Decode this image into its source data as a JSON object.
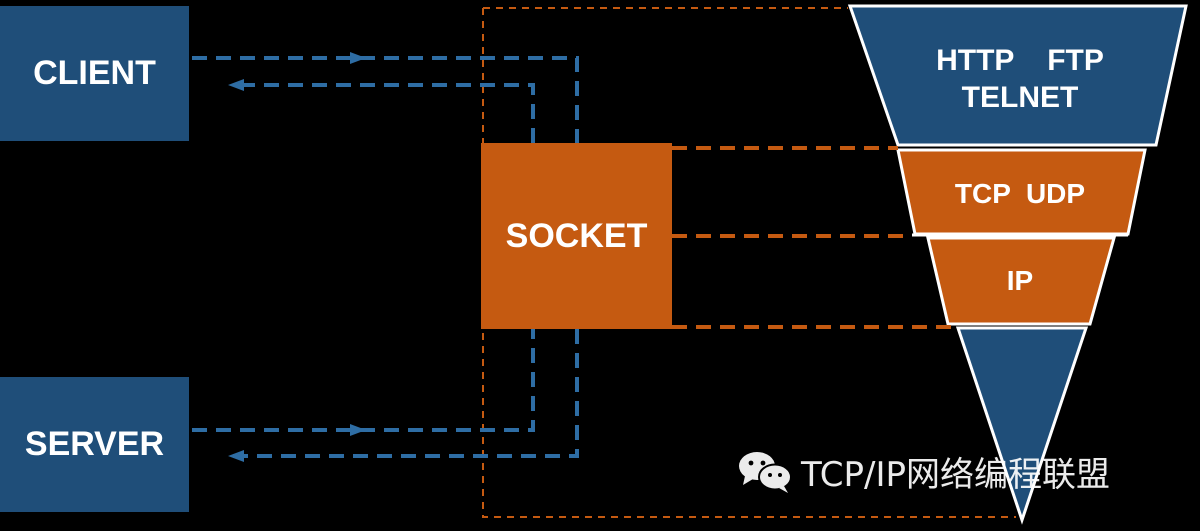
{
  "client": {
    "label": "CLIENT"
  },
  "server": {
    "label": "SERVER"
  },
  "socket": {
    "label": "SOCKET"
  },
  "layers": {
    "application": {
      "line1": "HTTP    FTP",
      "line2": "TELNET"
    },
    "transport": {
      "label": "TCP  UDP"
    },
    "network": {
      "label": "IP"
    }
  },
  "watermark": {
    "text": "TCP/IP网络编程联盟",
    "icon": "wechat-icon"
  },
  "colors": {
    "blue": "#1f4e79",
    "orange": "#c55a11",
    "background": "#000000"
  }
}
